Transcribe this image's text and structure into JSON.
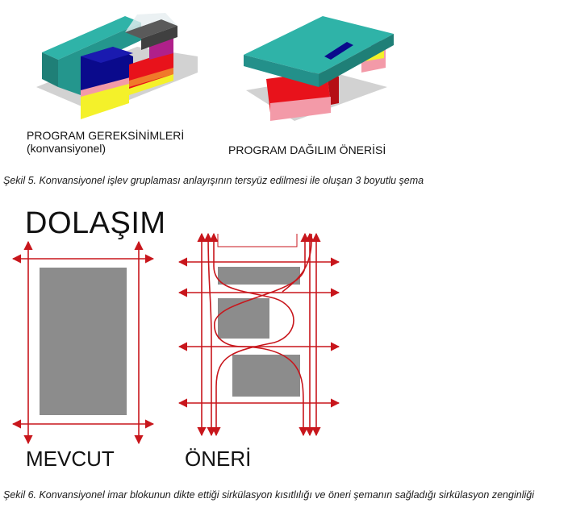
{
  "fig5": {
    "label_left_line1": "PROGRAM GEREKSİNİMLERİ",
    "label_left_line2": "(konvansiyonel)",
    "label_right": "PROGRAM DAĞILIM ÖNERİSİ",
    "caption": "Şekil 5. Konvansiyonel işlev gruplaması anlayışının tersyüz edilmesi ile oluşan 3 boyutlu şema"
  },
  "fig6": {
    "title": "DOLAŞIM",
    "label_left": "MEVCUT",
    "label_right": "ÖNERİ",
    "caption": "Şekil 6. Konvansiyonel imar blokunun dikte ettiği sirkülasyon kısıtlılığı ve öneri şemanın sağladığı sirkülasyon zenginliği"
  },
  "colors": {
    "teal": "#2a9d94",
    "navy": "#0a0a8c",
    "red": "#e8121b",
    "pink": "#f39aa8",
    "yellow": "#f4f12a",
    "gray_block": "#8c8c8c",
    "arrow_red": "#c8161c"
  }
}
